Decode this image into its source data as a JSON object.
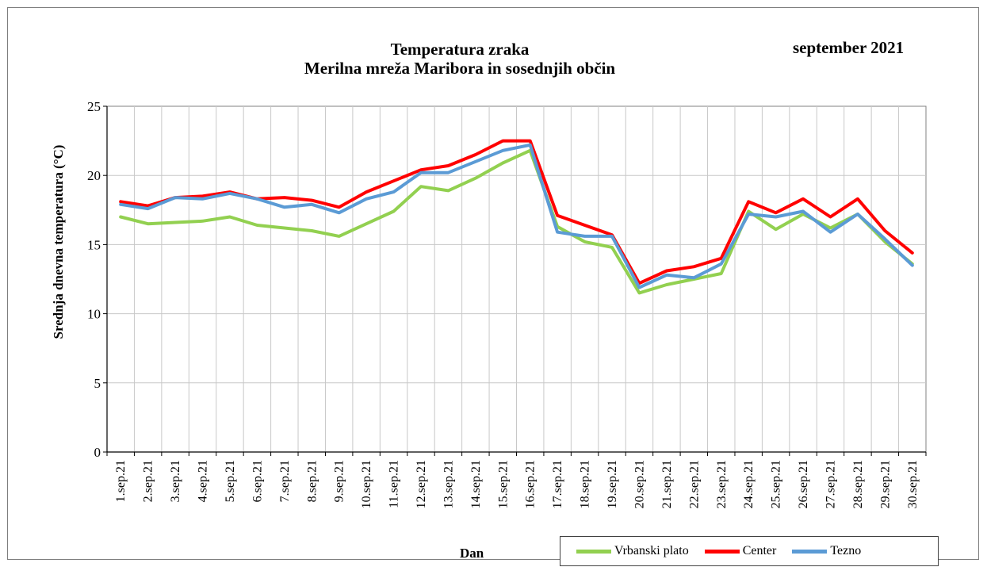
{
  "chart_data": {
    "type": "line",
    "title_line1": "Temperatura zraka",
    "title_line2": "Merilna mreža Maribora in sosednjih občin",
    "subtitle": "september 2021",
    "xlabel": "Dan",
    "ylabel": "Srednja dnevna temperatura (°C)",
    "ylim": [
      0,
      25
    ],
    "yticks": [
      0,
      5,
      10,
      15,
      20,
      25
    ],
    "grid": true,
    "legend_position": "bottom-right",
    "categories": [
      "1.sep.21",
      "2.sep.21",
      "3.sep.21",
      "4.sep.21",
      "5.sep.21",
      "6.sep.21",
      "7.sep.21",
      "8.sep.21",
      "9.sep.21",
      "10.sep.21",
      "11.sep.21",
      "12.sep.21",
      "13.sep.21",
      "14.sep.21",
      "15.sep.21",
      "16.sep.21",
      "17.sep.21",
      "18.sep.21",
      "19.sep.21",
      "20.sep.21",
      "21.sep.21",
      "22.sep.21",
      "23.sep.21",
      "24.sep.21",
      "25.sep.21",
      "26.sep.21",
      "27.sep.21",
      "28.sep.21",
      "29.sep.21",
      "30.sep.21"
    ],
    "series": [
      {
        "name": "Vrbanski plato",
        "color": "#92d050",
        "values": [
          17.0,
          16.5,
          16.6,
          16.7,
          17.0,
          16.4,
          16.2,
          16.0,
          15.6,
          16.5,
          17.4,
          19.2,
          18.9,
          19.8,
          20.9,
          21.8,
          16.3,
          15.2,
          14.8,
          11.5,
          12.1,
          12.5,
          12.9,
          17.4,
          16.1,
          17.2,
          16.2,
          17.2,
          15.2,
          13.6
        ]
      },
      {
        "name": "Center",
        "color": "#ff0000",
        "values": [
          18.1,
          17.8,
          18.4,
          18.5,
          18.8,
          18.3,
          18.4,
          18.2,
          17.7,
          18.8,
          19.6,
          20.4,
          20.7,
          21.5,
          22.5,
          22.5,
          17.1,
          16.4,
          15.7,
          12.2,
          13.1,
          13.4,
          14.0,
          18.1,
          17.3,
          18.3,
          17.0,
          18.3,
          16.0,
          14.4
        ]
      },
      {
        "name": "Tezno",
        "color": "#5b9bd5",
        "values": [
          17.9,
          17.6,
          18.4,
          18.3,
          18.7,
          18.3,
          17.7,
          17.9,
          17.3,
          18.3,
          18.8,
          20.2,
          20.2,
          21.0,
          21.8,
          22.2,
          15.9,
          15.6,
          15.6,
          11.9,
          12.8,
          12.6,
          13.6,
          17.2,
          17.0,
          17.4,
          15.9,
          17.2,
          15.4,
          13.5
        ]
      }
    ]
  }
}
